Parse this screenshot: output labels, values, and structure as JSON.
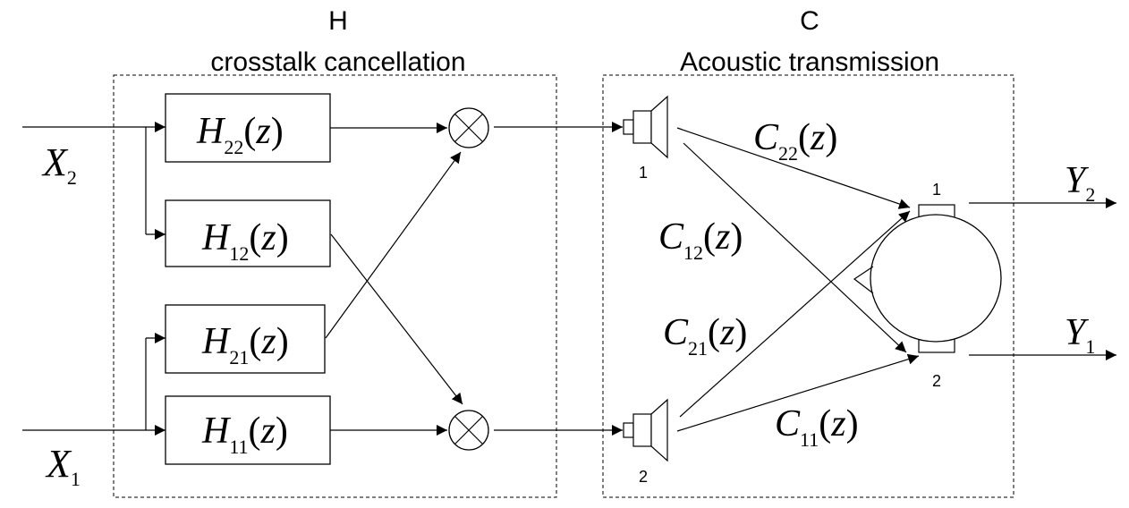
{
  "sections": {
    "h": {
      "letter": "H",
      "title": "crosstalk cancellation"
    },
    "c": {
      "letter": "C",
      "title": "Acoustic transmission"
    }
  },
  "inputs": {
    "x2": {
      "sym": "X",
      "sub": "2"
    },
    "x1": {
      "sym": "X",
      "sub": "1"
    }
  },
  "filters": {
    "h22": {
      "sym": "H",
      "sub": "22",
      "arg": "z"
    },
    "h12": {
      "sym": "H",
      "sub": "12",
      "arg": "z"
    },
    "h21": {
      "sym": "H",
      "sub": "21",
      "arg": "z"
    },
    "h11": {
      "sym": "H",
      "sub": "11",
      "arg": "z"
    }
  },
  "paths": {
    "c22": {
      "sym": "C",
      "sub": "22",
      "arg": "z"
    },
    "c12": {
      "sym": "C",
      "sub": "12",
      "arg": "z"
    },
    "c21": {
      "sym": "C",
      "sub": "21",
      "arg": "z"
    },
    "c11": {
      "sym": "C",
      "sub": "11",
      "arg": "z"
    }
  },
  "speakers": {
    "s1": "1",
    "s2": "2"
  },
  "ears": {
    "e1": "1",
    "e2": "2"
  },
  "outputs": {
    "y2": {
      "sym": "Y",
      "sub": "2"
    },
    "y1": {
      "sym": "Y",
      "sub": "1"
    }
  }
}
